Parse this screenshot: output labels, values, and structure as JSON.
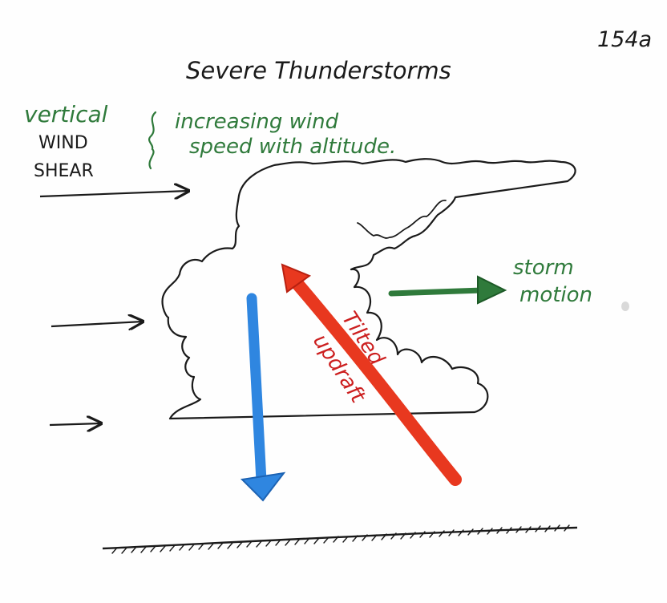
{
  "page_number": "154a",
  "title": "Severe Thunderstorms",
  "shear": {
    "label_line1": "vertical",
    "label_line2": "WIND",
    "label_line3": "SHEAR",
    "desc_line1": "increasing wind",
    "desc_line2": "speed with altitude."
  },
  "updraft": {
    "line1": "Tilted",
    "line2": "updraft"
  },
  "storm_motion": {
    "line1": "storm",
    "line2": "motion"
  },
  "colors": {
    "ink": "#1a1a1a",
    "green": "#2f7a3b",
    "red": "#e8381f",
    "red_text": "#cc1f1f",
    "blue": "#2f86e0"
  }
}
